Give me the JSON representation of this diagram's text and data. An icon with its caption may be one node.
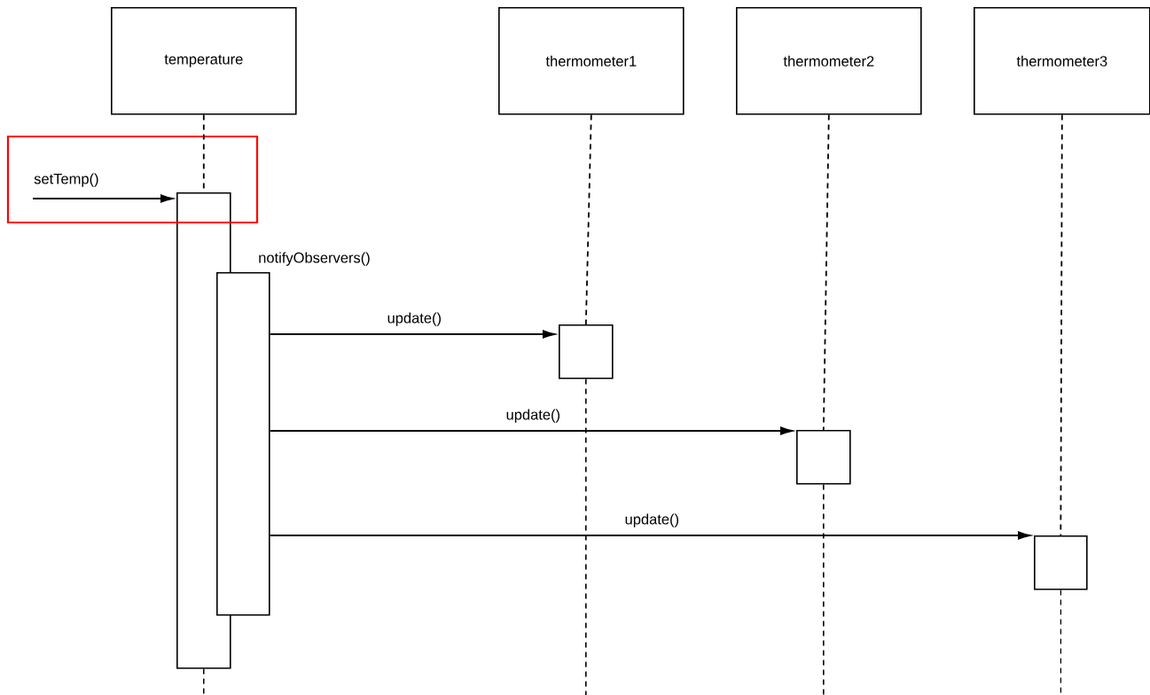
{
  "diagram": {
    "nodes": [
      {
        "text": [
          "temperature"
        ]
      },
      {
        "text": [
          "thermometer1"
        ]
      },
      {
        "text": [
          "thermometer2"
        ]
      },
      {
        "text": [
          "thermometer3"
        ]
      },
      {
        "text": [],
        "shape": "box"
      },
      {
        "text": [],
        "shape": "box",
        "beside": [
          "notifyObservers()"
        ]
      },
      {
        "text": [],
        "shape": "box"
      },
      {
        "text": [],
        "shape": "box"
      },
      {
        "text": [],
        "shape": "box"
      }
    ],
    "edges": [
      {
        "from": null,
        "to": 4,
        "arrow": "to",
        "label": "setTemp()"
      },
      {
        "from": 5,
        "to": 6,
        "arrow": "to",
        "label": "update()"
      },
      {
        "from": 5,
        "to": 7,
        "arrow": "to",
        "label": "update()"
      },
      {
        "from": 5,
        "to": 8,
        "arrow": "to",
        "label": "update()"
      },
      {
        "from": 0,
        "to": 4,
        "arrow": "none",
        "style": "dashed"
      },
      {
        "from": 1,
        "to": 6,
        "arrow": "none",
        "style": "dashed"
      },
      {
        "from": 2,
        "to": 7,
        "arrow": "none",
        "style": "dashed"
      },
      {
        "from": 3,
        "to": 8,
        "arrow": "none",
        "style": "dashed"
      }
    ]
  }
}
